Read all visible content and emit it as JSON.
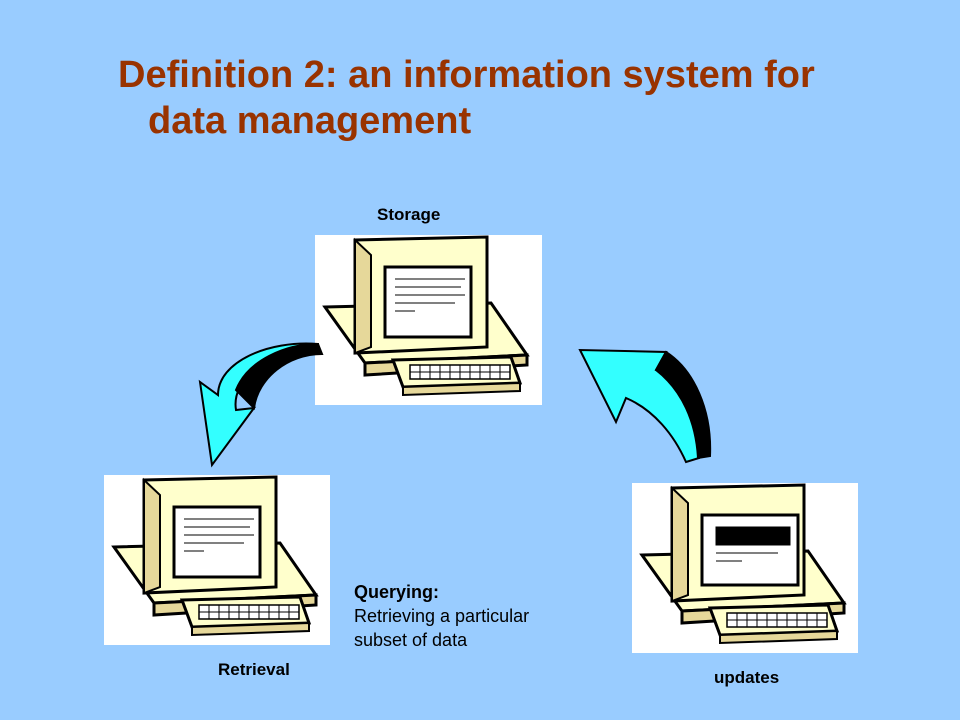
{
  "title": {
    "bold": "Definition 2:",
    "rest_line1": " an information system for",
    "line2": "data management"
  },
  "nodes": {
    "storage": "Storage",
    "retrieval": "Retrieval",
    "updates": "updates"
  },
  "caption": {
    "head": "Querying:",
    "body": "Retrieving a particular subset of data"
  },
  "colors": {
    "background": "#99ccff",
    "title": "#993300",
    "arrow_fill": "#33ffff",
    "monitor": "#ffffcc"
  }
}
